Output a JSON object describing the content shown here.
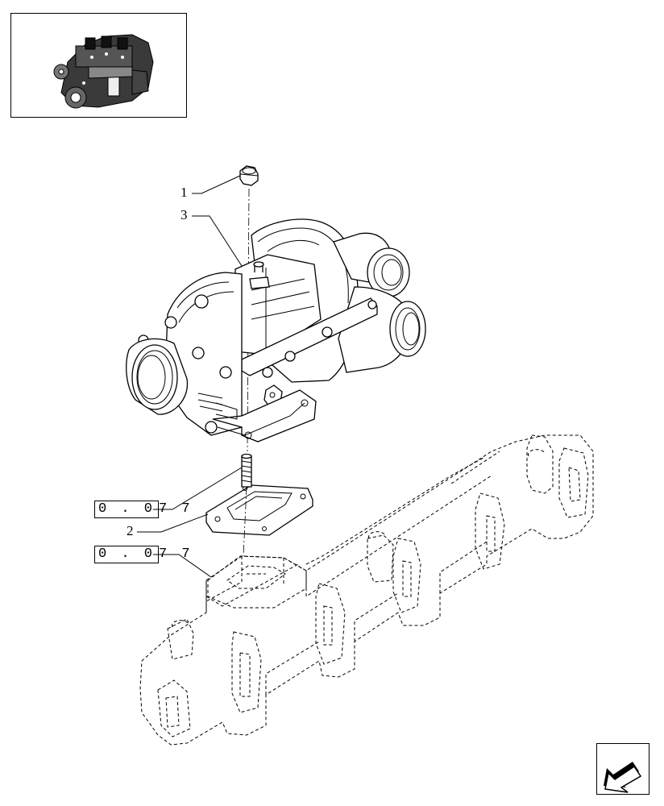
{
  "thumbnail": {
    "icon": "engine-thumbnail-icon"
  },
  "callouts": [
    {
      "id": "c1",
      "label": "1"
    },
    {
      "id": "c3",
      "label": "3"
    },
    {
      "id": "c2",
      "label": "2"
    }
  ],
  "references": [
    {
      "id": "r1",
      "boxed": "0 . 0",
      "rest": "7 7"
    },
    {
      "id": "r2",
      "boxed": "0 . 0",
      "rest": "7 7"
    }
  ],
  "navigation": {
    "icon": "next-page-arrow-icon"
  }
}
